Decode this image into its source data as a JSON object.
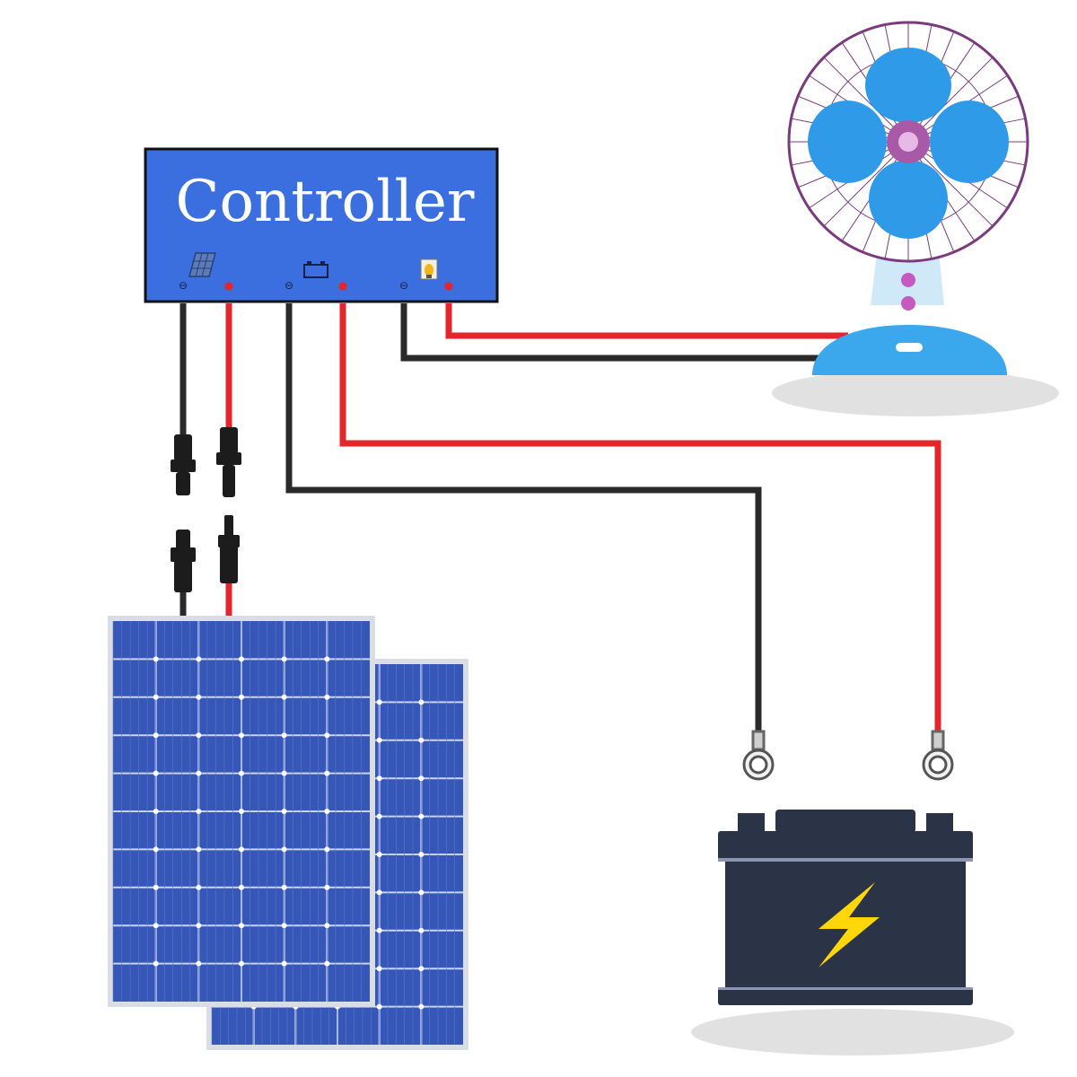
{
  "controller": {
    "label": "Controller",
    "terminals": [
      {
        "group": "solar-panel",
        "icon": "solar-panel-icon",
        "negative": "⊖",
        "positive": "●"
      },
      {
        "group": "battery",
        "icon": "battery-icon",
        "negative": "⊖",
        "positive": "●"
      },
      {
        "group": "load",
        "icon": "light-bulb-icon",
        "negative": "⊖",
        "positive": "●"
      }
    ]
  },
  "components": {
    "load": "fan-icon",
    "storage": "battery-icon",
    "source": "solar-panel-icon"
  },
  "colors": {
    "controller_body": "#3b6fe0",
    "positive_wire": "#e3262b",
    "negative_wire": "#2a2a2a",
    "fan_blade": "#2f9be8",
    "fan_frame": "#7a3b7e",
    "battery_body": "#2b3346",
    "bolt": "#ffd60a",
    "panel_cell": "#3657b8"
  }
}
